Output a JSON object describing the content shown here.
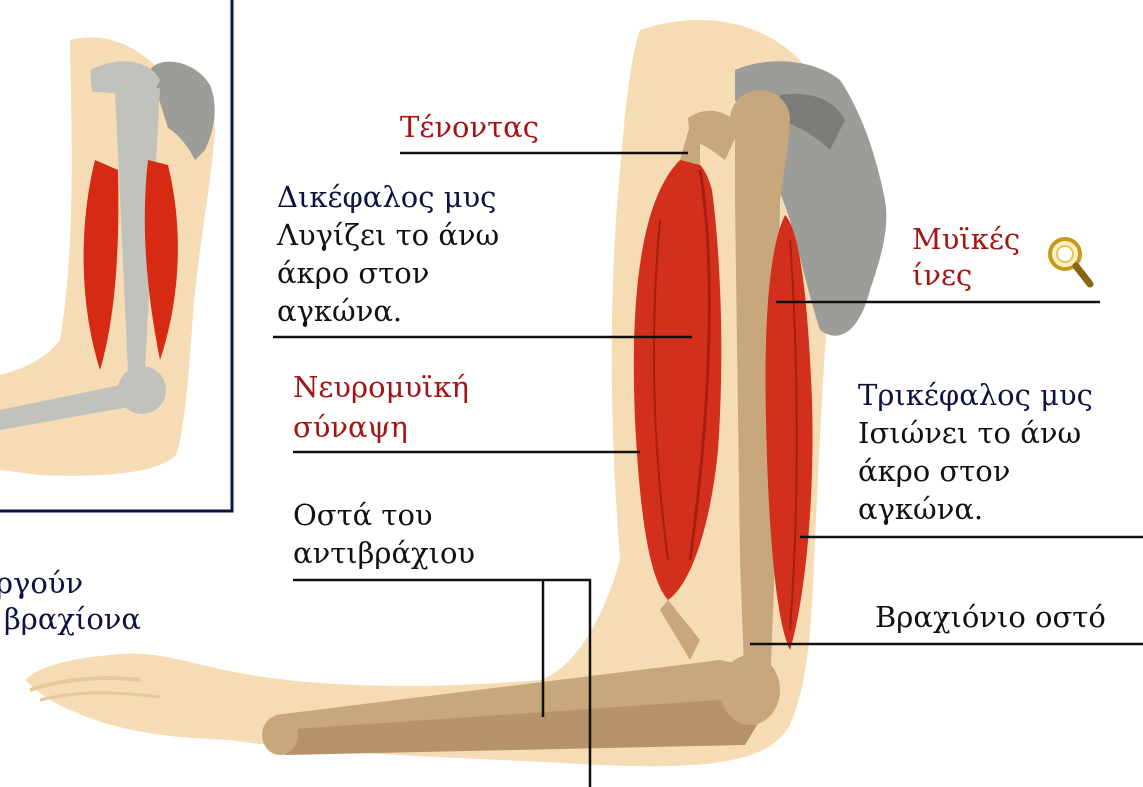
{
  "colors": {
    "label_red": "#a51414",
    "label_navy": "#0b1440",
    "muscle": "#d2301c",
    "bone": "#c9a77c",
    "skin": "#f6dcb4",
    "shoulder_bone": "#9c9c98"
  },
  "labels": {
    "tendon": "Τένοντας",
    "biceps_title": "Δικέφαλος μυς",
    "biceps_desc_1": "Λυγίζει το άνω",
    "biceps_desc_2": "άκρο στον",
    "biceps_desc_3": "αγκώνα.",
    "neuromuscular_1": "Νευρομυϊκή",
    "neuromuscular_2": "σύναψη",
    "forearm_bones_1": "Οστά του",
    "forearm_bones_2": "αντιβράχιου",
    "muscle_fibers_1": "Μυϊκές",
    "muscle_fibers_2": "ίνες",
    "triceps_title": "Τρικέφαλος μυς",
    "triceps_desc_1": "Ισιώνει το άνω",
    "triceps_desc_2": "άκρο στον",
    "triceps_desc_3": "αγκώνα.",
    "humerus": "Βραχιόνιο οστό",
    "caption_1": "ργούν",
    "caption_2": "βραχίονα"
  },
  "icons": {
    "magnifier": "magnifier-icon"
  }
}
